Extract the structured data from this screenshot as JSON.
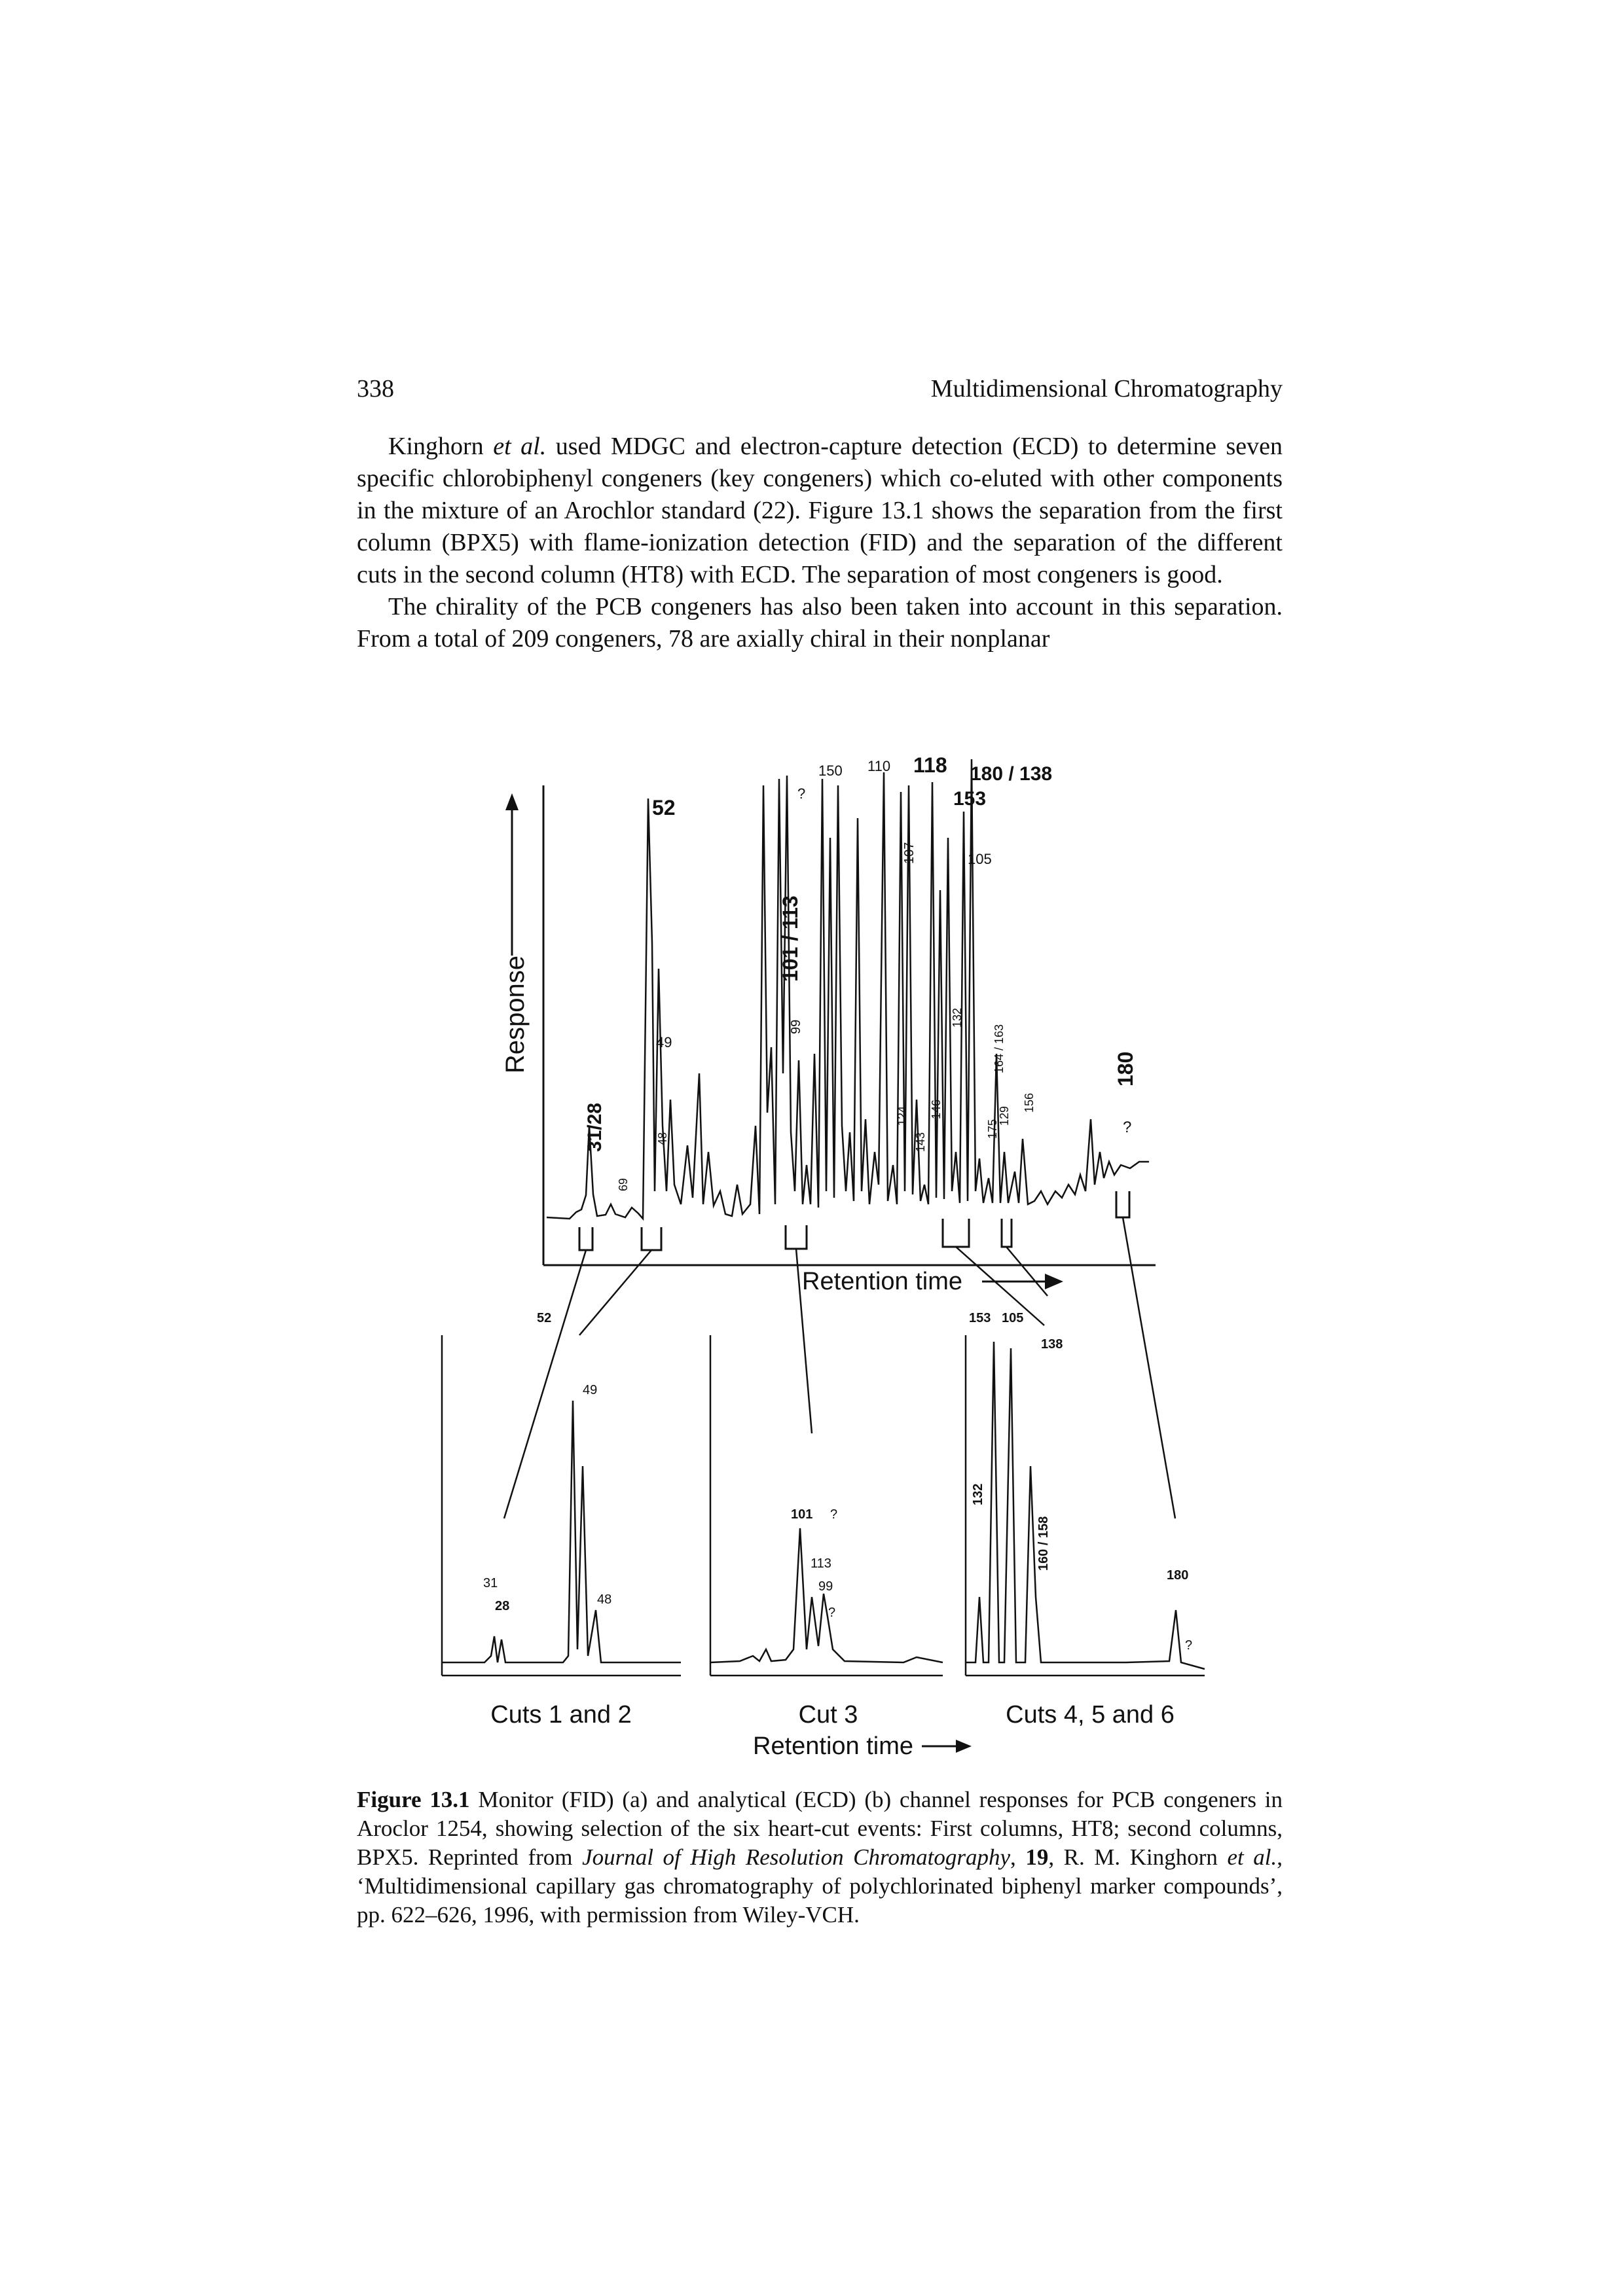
{
  "header": {
    "page_number": "338",
    "running_title": "Multidimensional Chromatography"
  },
  "body": {
    "p1_a": "Kinghorn ",
    "p1_em": "et al.",
    "p1_b": " used MDGC and electron-capture detection (ECD) to determine seven specific chlorobiphenyl congeners (key congeners) which co-eluted with other components in the mixture of an Arochlor standard (22). Figure 13.1 shows the separation from the first column (BPX5) with flame-ionization detection (FID) and the separation of the different cuts in the second column (HT8) with ECD. The separation of most congeners is good.",
    "p2": "The chirality of the PCB congeners has also been taken into account in this separation. From a total of 209 congeners, 78 are axially chiral in their nonplanar"
  },
  "figure": {
    "top": {
      "ylabel": "Response",
      "xlabel": "Retention time",
      "peak_labels": [
        "52",
        "150",
        "110",
        "118",
        "180 / 138",
        "153",
        "107",
        "105",
        "101 / 113",
        "99",
        "49",
        "31/28",
        "48",
        "69",
        "124",
        "143",
        "146",
        "132",
        "164 / 163",
        "175",
        "129",
        "156",
        "180",
        "?",
        "?"
      ]
    },
    "bottom": {
      "panels": [
        {
          "label": "Cuts 1 and 2",
          "peaks": [
            "52",
            "49",
            "48",
            "31",
            "28"
          ]
        },
        {
          "label": "Cut 3",
          "peaks": [
            "101",
            "113",
            "99",
            "?",
            "?"
          ]
        },
        {
          "label": "Cuts 4, 5 and 6",
          "peaks": [
            "153",
            "105",
            "138",
            "132",
            "160 / 158",
            "180",
            "?"
          ]
        }
      ],
      "xlabel": "Retention time"
    }
  },
  "caption": {
    "label": "Figure 13.1",
    "text_a": " Monitor (FID) (a) and analytical (ECD) (b) channel responses for PCB congeners in Aroclor 1254, showing selection of the six heart-cut events: First columns, HT8; second columns, BPX5. Reprinted from ",
    "journal": "Journal of High Resolution Chromatography",
    "text_b": ", ",
    "volume": "19",
    "text_c": ", R. M. Kinghorn ",
    "etal": "et al.",
    "text_d": ", ‘Multidimensional capillary gas chromatography of polychlorinated biphenyl marker compounds’, pp. 622–626, 1996, with permission from Wiley-VCH."
  }
}
